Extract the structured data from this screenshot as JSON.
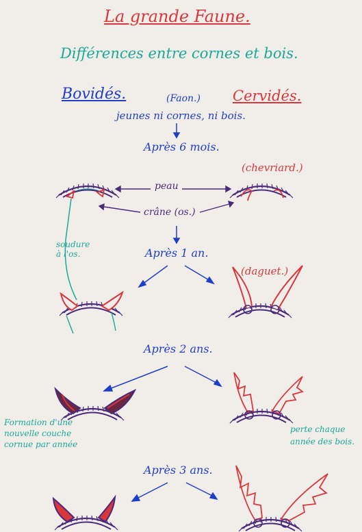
{
  "title": "La grande Faune.",
  "subtitle": "Différences entre cornes et bois.",
  "left_heading": "Bovidés.",
  "right_heading": "Cervidés.",
  "faon": "(Faon.)",
  "faon_note": "jeunes ni cornes, ni bois.",
  "stage_6m": "Après 6 mois.",
  "chevriard": "(chevriard.)",
  "peau": "peau",
  "crane": "crâne (os.)",
  "soudure": [
    "soudure",
    "à l'os."
  ],
  "stage_1y": "Après 1 an.",
  "daguet": "(daguet.)",
  "stage_2y": "Après 2 ans.",
  "formation": [
    "Formation d'une",
    "nouvelle couche",
    "cornue par année"
  ],
  "perte": [
    "perte chaque",
    "année des bois."
  ],
  "stage_3y": "Après 3 ans.",
  "colors": {
    "red": "#d8373b",
    "teal": "#1aa89a",
    "blue": "#1f3ec9",
    "purple": "#4a2a7a",
    "paper": "#f1eee9"
  }
}
